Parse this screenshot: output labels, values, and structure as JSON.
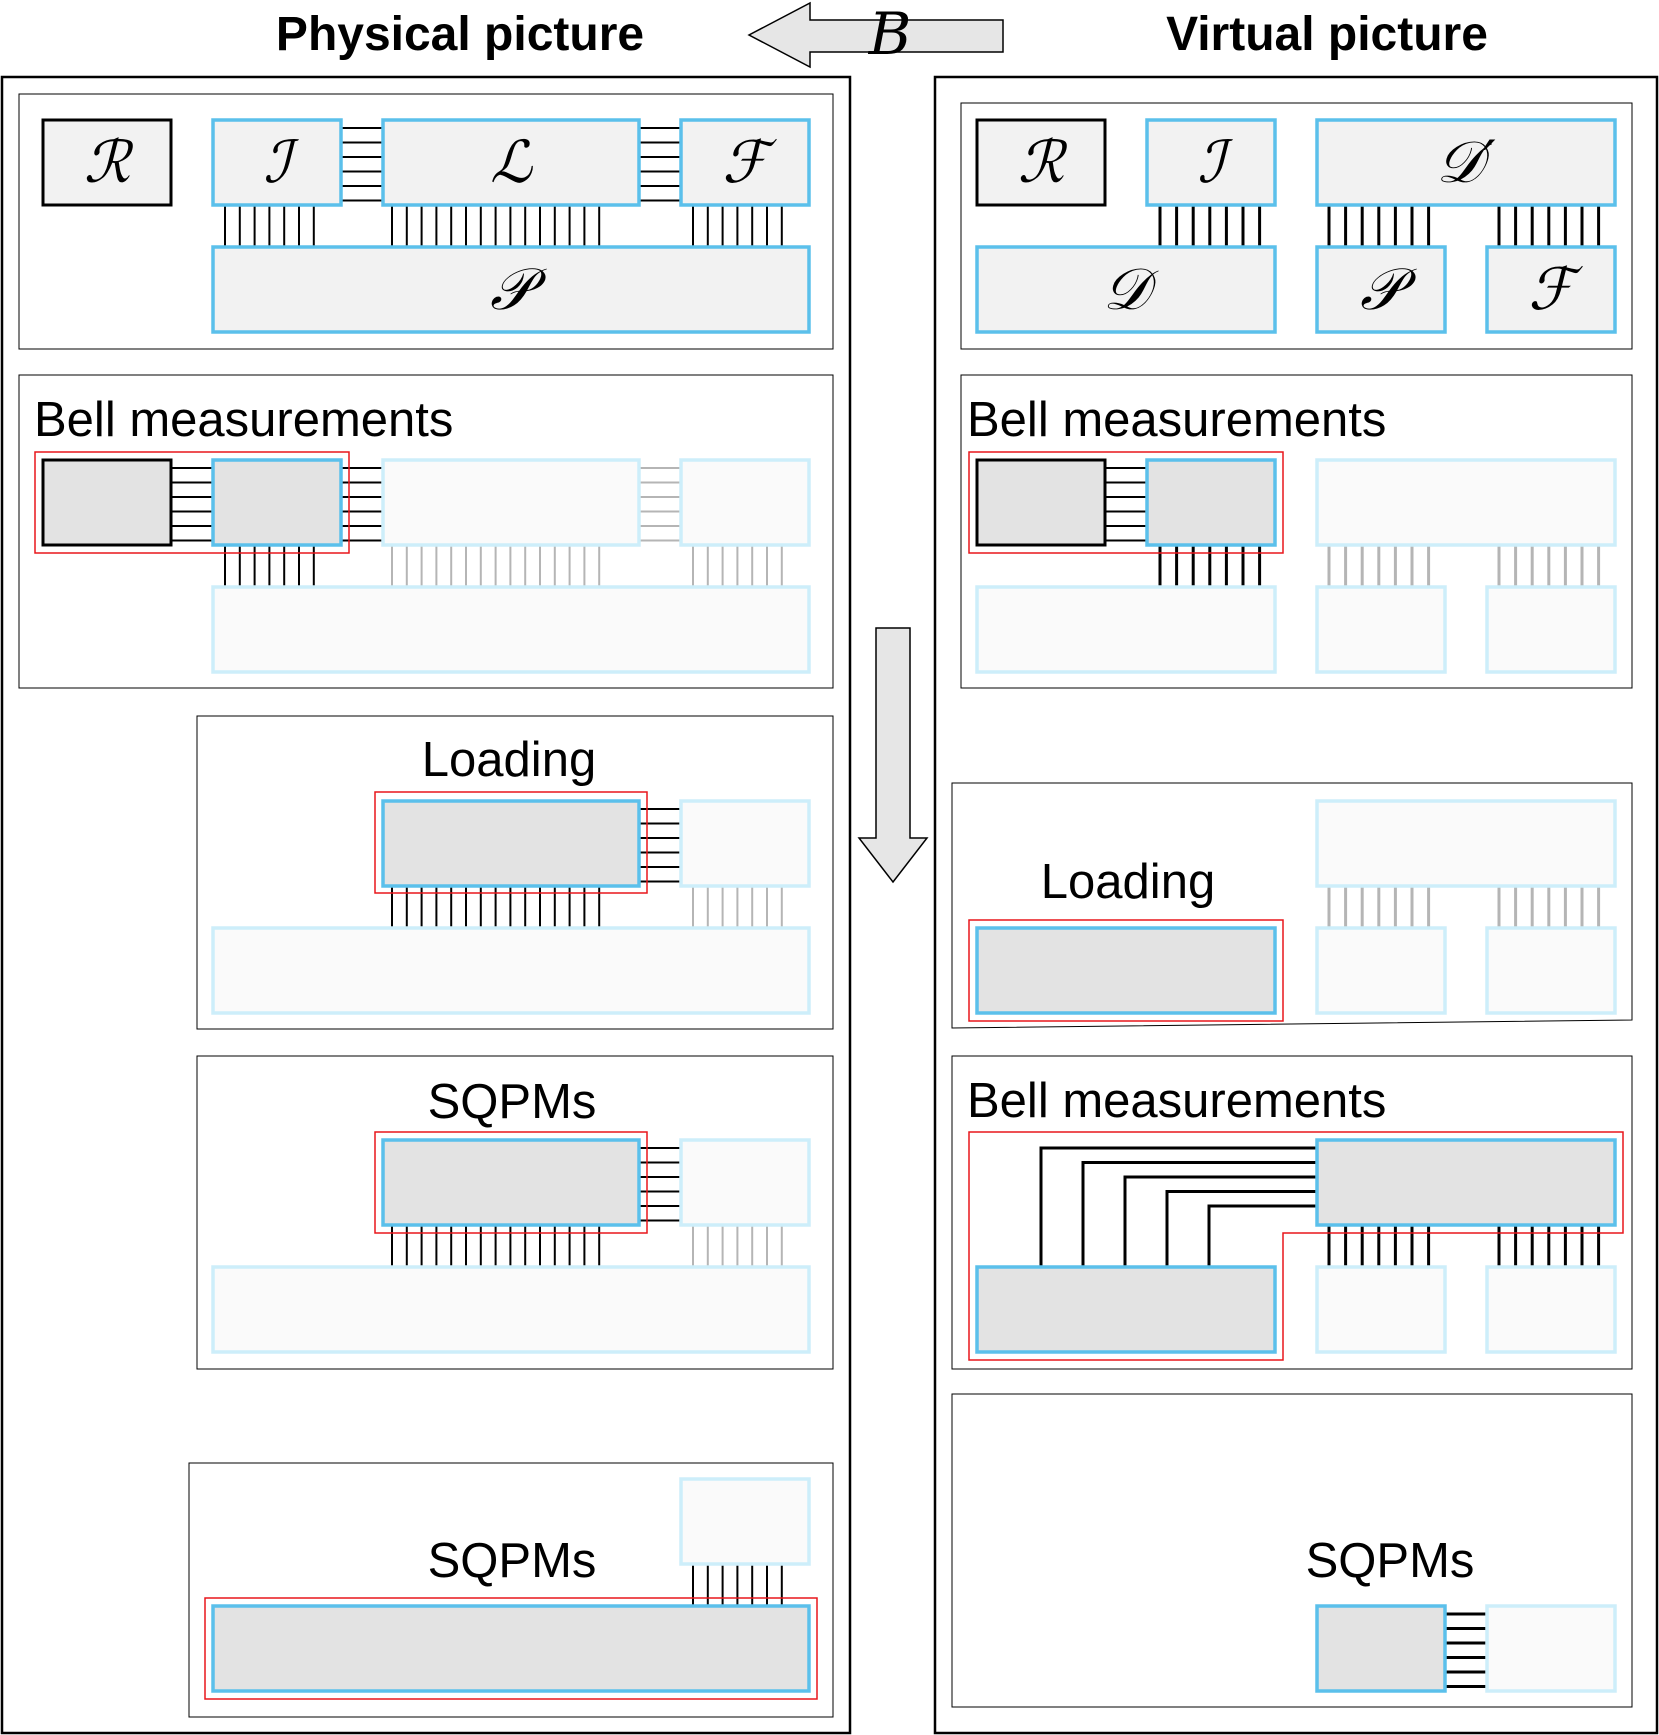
{
  "header": {
    "left_title": "Physical picture",
    "right_title": "Virtual picture",
    "arrow_label": "B"
  },
  "symbols": {
    "R": "ℛ",
    "I": "ℐ",
    "L": "ℒ",
    "F": "ℱ",
    "P": "𝒫",
    "D": "𝒟",
    "Dprime": "𝒟′"
  },
  "physical": {
    "step2_label": "Bell measurements",
    "step3_label": "Loading",
    "step4_label": "SQPMs",
    "step5_label": "SQPMs"
  },
  "virtual": {
    "step2_label": "Bell measurements",
    "step3_label": "Loading",
    "step4_label": "Bell measurements",
    "step5_label": "SQPMs"
  },
  "colors": {
    "register_border": "#5bc0eb",
    "register_fill": "#f2f2f2",
    "active_fill": "#e3e3e3",
    "faded_border": "#cdeefa",
    "faded_fill": "#fafafa",
    "highlight": "#e8161b",
    "wire": "#000000",
    "faded_wire": "#b5b5b5",
    "arrow_fill": "#e6e6e6"
  }
}
